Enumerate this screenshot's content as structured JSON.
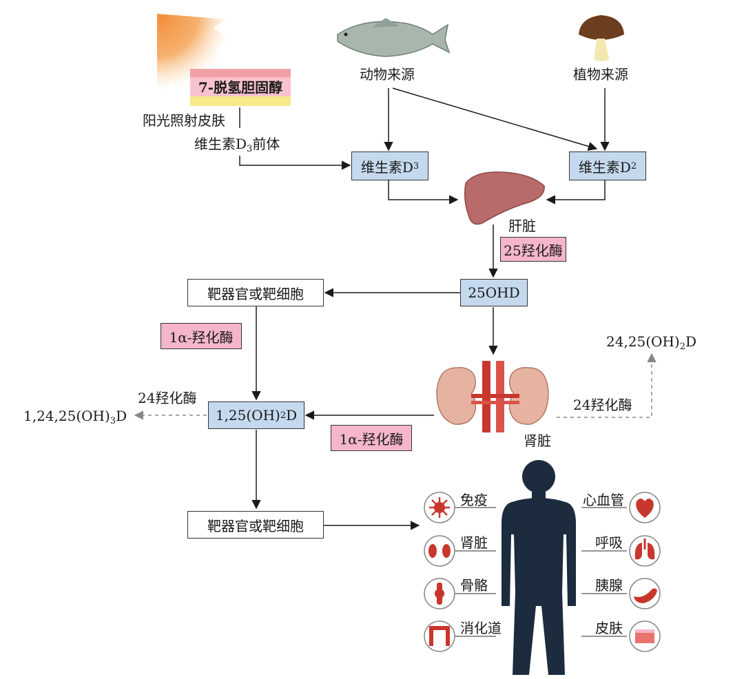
{
  "sources": {
    "skin_compound": "7-脱氢胆固醇",
    "sun_label": "阳光照射皮肤",
    "precursor_prefix": "维生素D",
    "precursor_sub": "3",
    "precursor_suffix": "前体",
    "animal": "动物来源",
    "plant": "植物来源"
  },
  "vitamins": {
    "d3_prefix": "维生素D",
    "d3_sub": "3",
    "d2_prefix": "维生素D",
    "d2_sub": "2"
  },
  "liver": {
    "label": "肝脏",
    "enzyme": "25羟化酶"
  },
  "ohd25": "25OHD",
  "target1": "靶器官或靶细胞",
  "enzyme_1a_top": "1α-羟化酶",
  "enzyme_1a_bottom": "1α-羟化酶",
  "kidney": {
    "label": "肾脏",
    "enzyme_24": "24羟化酶"
  },
  "d2425": {
    "prefix": "24,25(OH)",
    "sub": "2",
    "suffix": "D"
  },
  "d125": {
    "prefix": "1,25(OH)",
    "sub": "2",
    "suffix": "D"
  },
  "d12425": {
    "prefix": "1,24,25(OH)",
    "sub": "3",
    "suffix": "D"
  },
  "enzyme_24_left": "24羟化酶",
  "target2": "靶器官或靶细胞",
  "organs_left": [
    "免疫",
    "肾脏",
    "骨骼",
    "消化道"
  ],
  "organs_right": [
    "心血管",
    "呼吸",
    "胰腺",
    "皮肤"
  ],
  "colors": {
    "blue_box": "#c5d9ee",
    "pink_box": "#f4b6c8",
    "organ_red": "#c8372d",
    "human_silhouette": "#1c2b3d",
    "liver": "#b96a6a",
    "sun": "#f28c3a"
  }
}
